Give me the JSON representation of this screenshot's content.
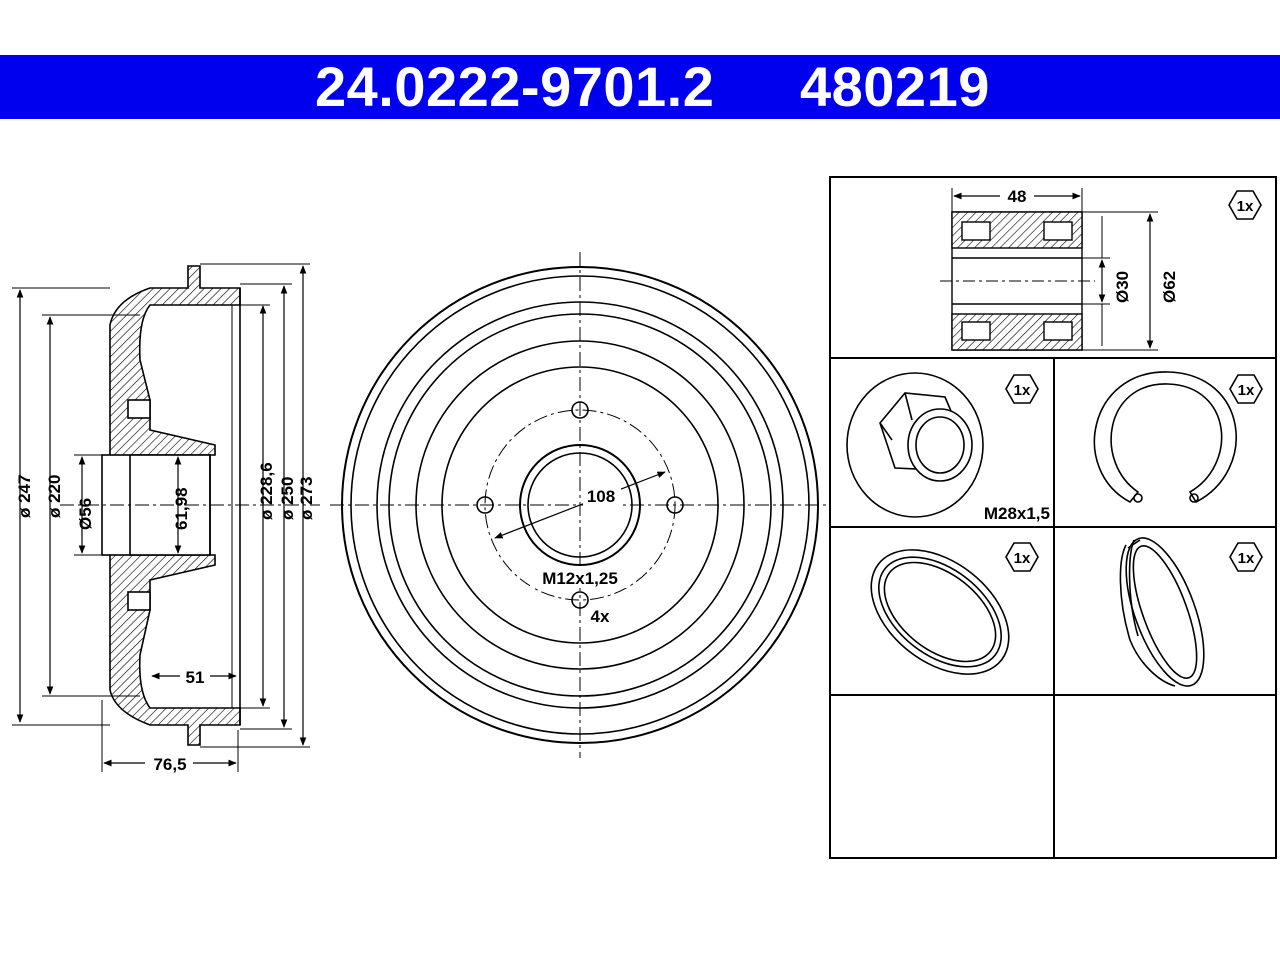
{
  "header": {
    "part_number": "24.0222-9701.2",
    "article_number": "480219",
    "background_color": "#0000ee",
    "text_color": "#ffffff"
  },
  "side_view": {
    "dimensions": {
      "d247": "ø 247",
      "d220": "ø 220",
      "d56": "Ø56",
      "d61_98": "61,98",
      "d228_6": "ø 228,6",
      "d250": "ø 250",
      "d273": "ø 273",
      "w51": "51",
      "w76_5": "76,5"
    }
  },
  "front_view": {
    "pcd": "108",
    "thread": "M12x1,25",
    "bolt_count": "4x"
  },
  "kit_panel": {
    "bearing": {
      "qty": "1x",
      "width": "48",
      "inner_d": "Ø30",
      "outer_d": "Ø62"
    },
    "nut": {
      "qty": "1x",
      "thread": "M28x1,5"
    },
    "circlip": {
      "qty": "1x"
    },
    "seal_ring": {
      "qty": "1x"
    },
    "dust_cap": {
      "qty": "1x"
    }
  }
}
